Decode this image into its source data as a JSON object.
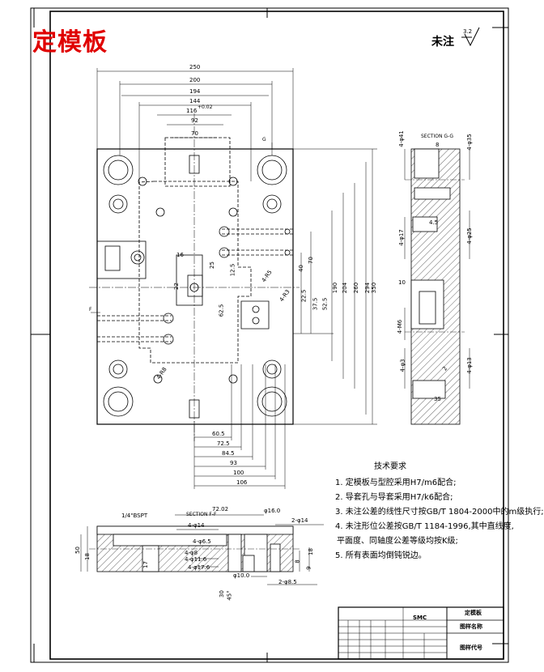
{
  "drawing": {
    "title": "定模板",
    "roughness_label": "未注",
    "roughness_value": "3.2",
    "tech_requirements": {
      "heading": "技术要求",
      "items": [
        "1. 定模板与型腔采用H7/m6配合;",
        "2. 导套孔与导套采用H7/k6配合;",
        "3. 未注公差的线性尺寸按GB/T 1804-2000中的m级执行;",
        "4. 未注形位公差按GB/T 1184-1996,其中直线度,",
        "平面度、同轴度公差等级均按K级;",
        "5. 所有表面均倒钝锐边。"
      ]
    },
    "dims_top": [
      "250",
      "200",
      "194",
      "144",
      "116",
      "92",
      "70"
    ],
    "dims_top_tol": "+0.02",
    "dims_bottom": [
      "60.5",
      "72.5",
      "84.5",
      "93",
      "100",
      "106"
    ],
    "dims_right": [
      "190",
      "204",
      "260",
      "294",
      "350"
    ],
    "dims_mid": [
      "70",
      "40",
      "12.5",
      "52.5",
      "37.5",
      "22.5",
      "62.5",
      "25",
      "16",
      "22"
    ],
    "labels_plan": [
      "4-R5",
      "4-R3",
      "4-R8",
      "G",
      "F"
    ],
    "section_g_label": "SECTION G-G",
    "section_f_label": "SECTION F-F",
    "right_view_dims": [
      "4-φ41",
      "8",
      "4-φ35",
      "4-φ17",
      "4.5",
      "4-φ25",
      "10",
      "4-M6",
      "4-φ3",
      "2",
      "4-φ13",
      "35"
    ],
    "bottom_view_dims": [
      "1/4\"BSPT",
      "72.02",
      "φ16.0",
      "2-φ14",
      "4-φ14",
      "4-φ6.5",
      "4-φ8",
      "4-φ11.6",
      "4-φ17.6",
      "50",
      "18",
      "17",
      "8",
      "9",
      "18",
      "φ10.0",
      "2-φ8.5",
      "30",
      "45°"
    ],
    "title_block": {
      "company": "SMC",
      "part_name": "定模板",
      "drawing_name_label": "图样名称",
      "drawing_no_label": "图样代号"
    }
  }
}
